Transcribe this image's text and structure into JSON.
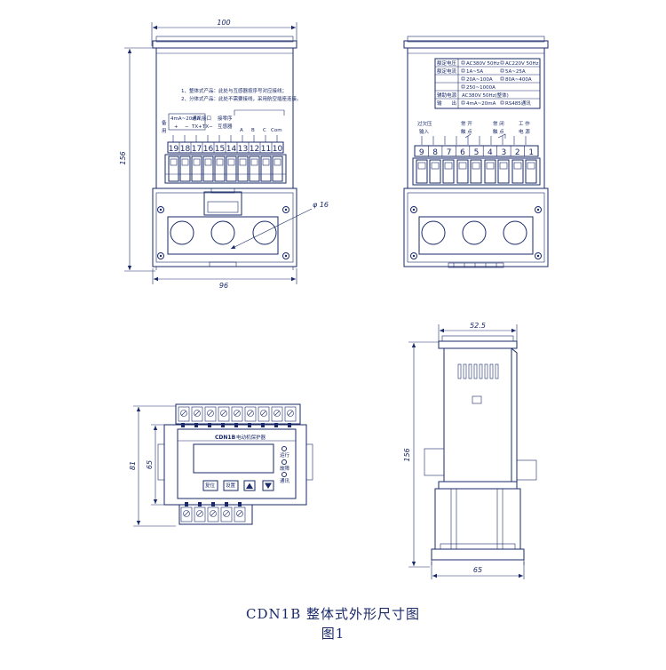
{
  "caption": {
    "title": "CDN1B 整体式外形尺寸图",
    "figure": "图1"
  },
  "front_view": {
    "width_top": "100",
    "height": "156",
    "width_bottom": "96",
    "hole_diameter": "φ 16",
    "notes": [
      "1、整体式产品：此处与互感器按序号对应接线；",
      "2、分体式产品：此处不需要接线，采用航空插座连接。"
    ],
    "group_labels": {
      "left": [
        "备",
        "用"
      ],
      "analog": "4mA~20mA",
      "signs": [
        "+",
        "−"
      ],
      "comm": [
        "通讯接口",
        "TX+",
        "TX−"
      ],
      "sensor": [
        "接零序",
        "互感器"
      ],
      "phases": [
        "A",
        "B",
        "C",
        "Com"
      ]
    },
    "terminals": [
      "19",
      "18",
      "17",
      "16",
      "15",
      "14",
      "13",
      "12",
      "11",
      "10"
    ]
  },
  "back_view": {
    "spec_rows": [
      [
        "额定电压",
        "AC380V 50Hz",
        "AC220V 50Hz"
      ],
      [
        "额定电流",
        "1A~5A",
        "5A~25A"
      ],
      [
        "",
        "20A~100A",
        "80A~400A"
      ],
      [
        "",
        "250~1000A",
        ""
      ],
      [
        "辅助电源",
        "AC380V 50Hz(整体)",
        ""
      ],
      [
        "输　　出",
        "4mA~20mA",
        "RS485通讯"
      ]
    ],
    "group_labels": {
      "overvoltage": [
        "过欠压",
        "输入"
      ],
      "no_contact": [
        "常 开",
        "触 点"
      ],
      "nc_contact": [
        "常 闭",
        "触 点"
      ],
      "power": [
        "工 作",
        "电 源"
      ]
    },
    "terminals": [
      "9",
      "8",
      "7",
      "6",
      "5",
      "4",
      "3",
      "2",
      "1"
    ]
  },
  "top_view": {
    "width_outer": "81",
    "width_inner": "65",
    "panel_brand": "CDN1B",
    "panel_title": "电动机保护器",
    "indicators": [
      "运行",
      "故障",
      "通讯"
    ],
    "buttons": [
      "复位",
      "设置"
    ]
  },
  "side_view": {
    "depth_top": "52.5",
    "height": "156",
    "depth_bottom": "65"
  }
}
